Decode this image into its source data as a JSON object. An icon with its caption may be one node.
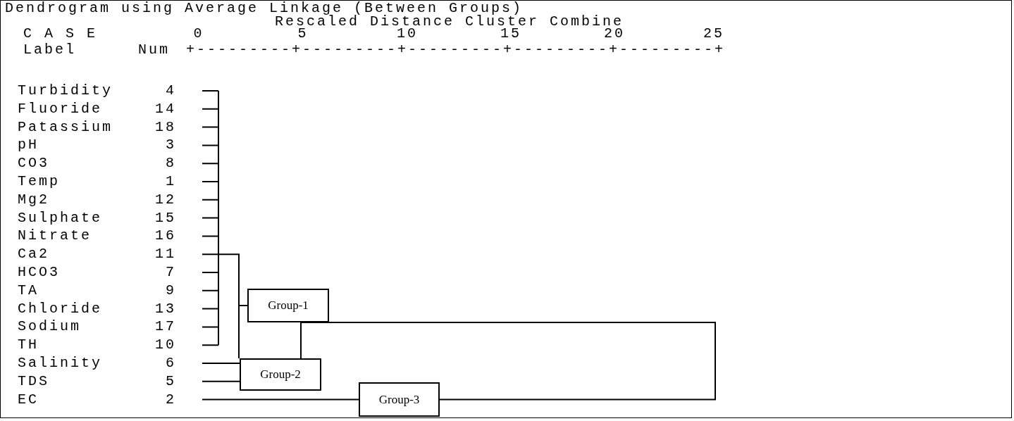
{
  "diagram": {
    "title": "Dendrogram using Average Linkage (Between Groups)",
    "nodes": [
      {
        "text": [
          "Group-1"
        ]
      },
      {
        "text": [
          "Group-2"
        ]
      },
      {
        "text": [
          "Group-3"
        ]
      }
    ],
    "edges": [
      {
        "from": 0,
        "to": 1,
        "arrow": "none"
      },
      {
        "from": 0,
        "to": 2,
        "arrow": "none"
      }
    ],
    "labels": [
      "Rescaled Distance Cluster Combine",
      "C A S E",
      "0",
      "5",
      "10",
      "15",
      "20",
      "25",
      "Label",
      "Num",
      "+---------+---------+---------+---------+---------+",
      "Turbidity",
      "4",
      "Fluoride",
      "14",
      "Patassium",
      "18",
      "pH",
      "3",
      "CO3",
      "8",
      "Temp",
      "1",
      "Mg2",
      "12",
      "Sulphate",
      "15",
      "Nitrate",
      "16",
      "Ca2",
      "11",
      "HCO3",
      "7",
      "TA",
      "9",
      "Chloride",
      "13",
      "Sodium",
      "17",
      "TH",
      "10",
      "Salinity",
      "6",
      "TDS",
      "5",
      "EC",
      "2"
    ]
  }
}
